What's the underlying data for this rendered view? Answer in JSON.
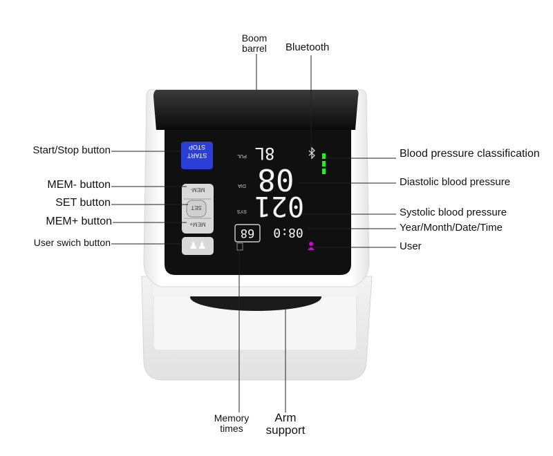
{
  "labels": {
    "boom_barrel_1": "Boom",
    "boom_barrel_2": "barrel",
    "bluetooth": "Bluetooth",
    "start_stop_button": "Start/Stop button",
    "mem_minus_button": "MEM- button",
    "set_button": "SET button",
    "mem_plus_button": "MEM+ button",
    "user_switch_button": "User swich button",
    "memory_times_1": "Memory",
    "memory_times_2": "times",
    "arm_support_1": "Arm",
    "arm_support_2": "support",
    "bp_classification": "Blood pressure classification",
    "diastolic": "Diastolic blood pressure",
    "systolic": "Systolic blood pressure",
    "datetime": "Year/Month/Date/Time",
    "user": "User"
  },
  "device": {
    "start_label": "START",
    "stop_label": "STOP",
    "mem_minus": "MEM-",
    "set": "SET",
    "mem_plus": "MEM+",
    "user_icons": "♟♟",
    "pul_label": "PUL",
    "dia_label": "DIA",
    "sys_label": "SYS",
    "pulse_value": "8L",
    "diastolic_value": "08",
    "systolic_value": "021",
    "memory_value": "68",
    "datetime_value": "08:0"
  },
  "colors": {
    "start_button": "#2b3fd6",
    "classification_bar": "#2ee82e",
    "user_icon": "#d400d4",
    "lcd_background": "#101010"
  }
}
